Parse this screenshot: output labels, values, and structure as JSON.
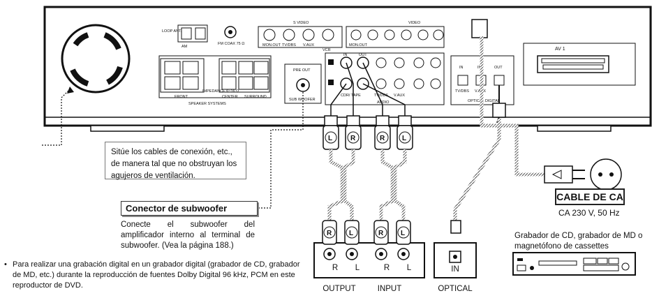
{
  "receiver": {
    "labels": {
      "loop_ant": "LOOP ANT.",
      "am": "AM",
      "fm": "FM COAX 75 Ω",
      "s_video": "S VIDEO",
      "video": "VIDEO",
      "monout": "MON.OUT",
      "tvdbs": "TV/DBS",
      "vaux": "V.AUX",
      "in": "IN",
      "out": "OUT",
      "vcr": "VCR",
      "front": "FRONT",
      "center": "CENTER",
      "surround": "SURROUND",
      "impedance": "IMPEDANCE 6~16 Ω",
      "speaker_systems": "SPEAKER SYSTEMS",
      "pre_out": "PRE OUT",
      "sub_woofer": "SUB WOOFER",
      "cdr_tape": "CDR/ TAPE",
      "audio": "AUDIO",
      "optical_digital": "OPTICAL DIGITAL",
      "av1": "AV 1",
      "l": "L",
      "r": "R"
    }
  },
  "notes": {
    "ventilation": "Sitúe los cables de conexión, etc., de manera tal que no obstruyan los agujeros de ventilación.",
    "subwoofer_title": "Conector de subwoofer",
    "subwoofer_text": "Conecte el subwoofer del amplificador interno al terminal de subwoofer. (Vea la página 188.)",
    "digital_bullet": "Para realizar una grabación digital en un grabador digital (grabador de CD, grabador de MD, etc.) durante la reproducción de fuentes Dolby Digital 96 kHz, PCM en este reproductor de DVD."
  },
  "power": {
    "title": "CABLE DE CA",
    "spec": "CA 230 V, 50 Hz"
  },
  "recorder": {
    "label": "Grabador de CD, grabador de MD o magnetófono de cassettes",
    "plug_r": "R",
    "plug_l": "L",
    "output": "OUTPUT",
    "input": "INPUT",
    "optical": "OPTICAL",
    "optical_in": "IN"
  }
}
